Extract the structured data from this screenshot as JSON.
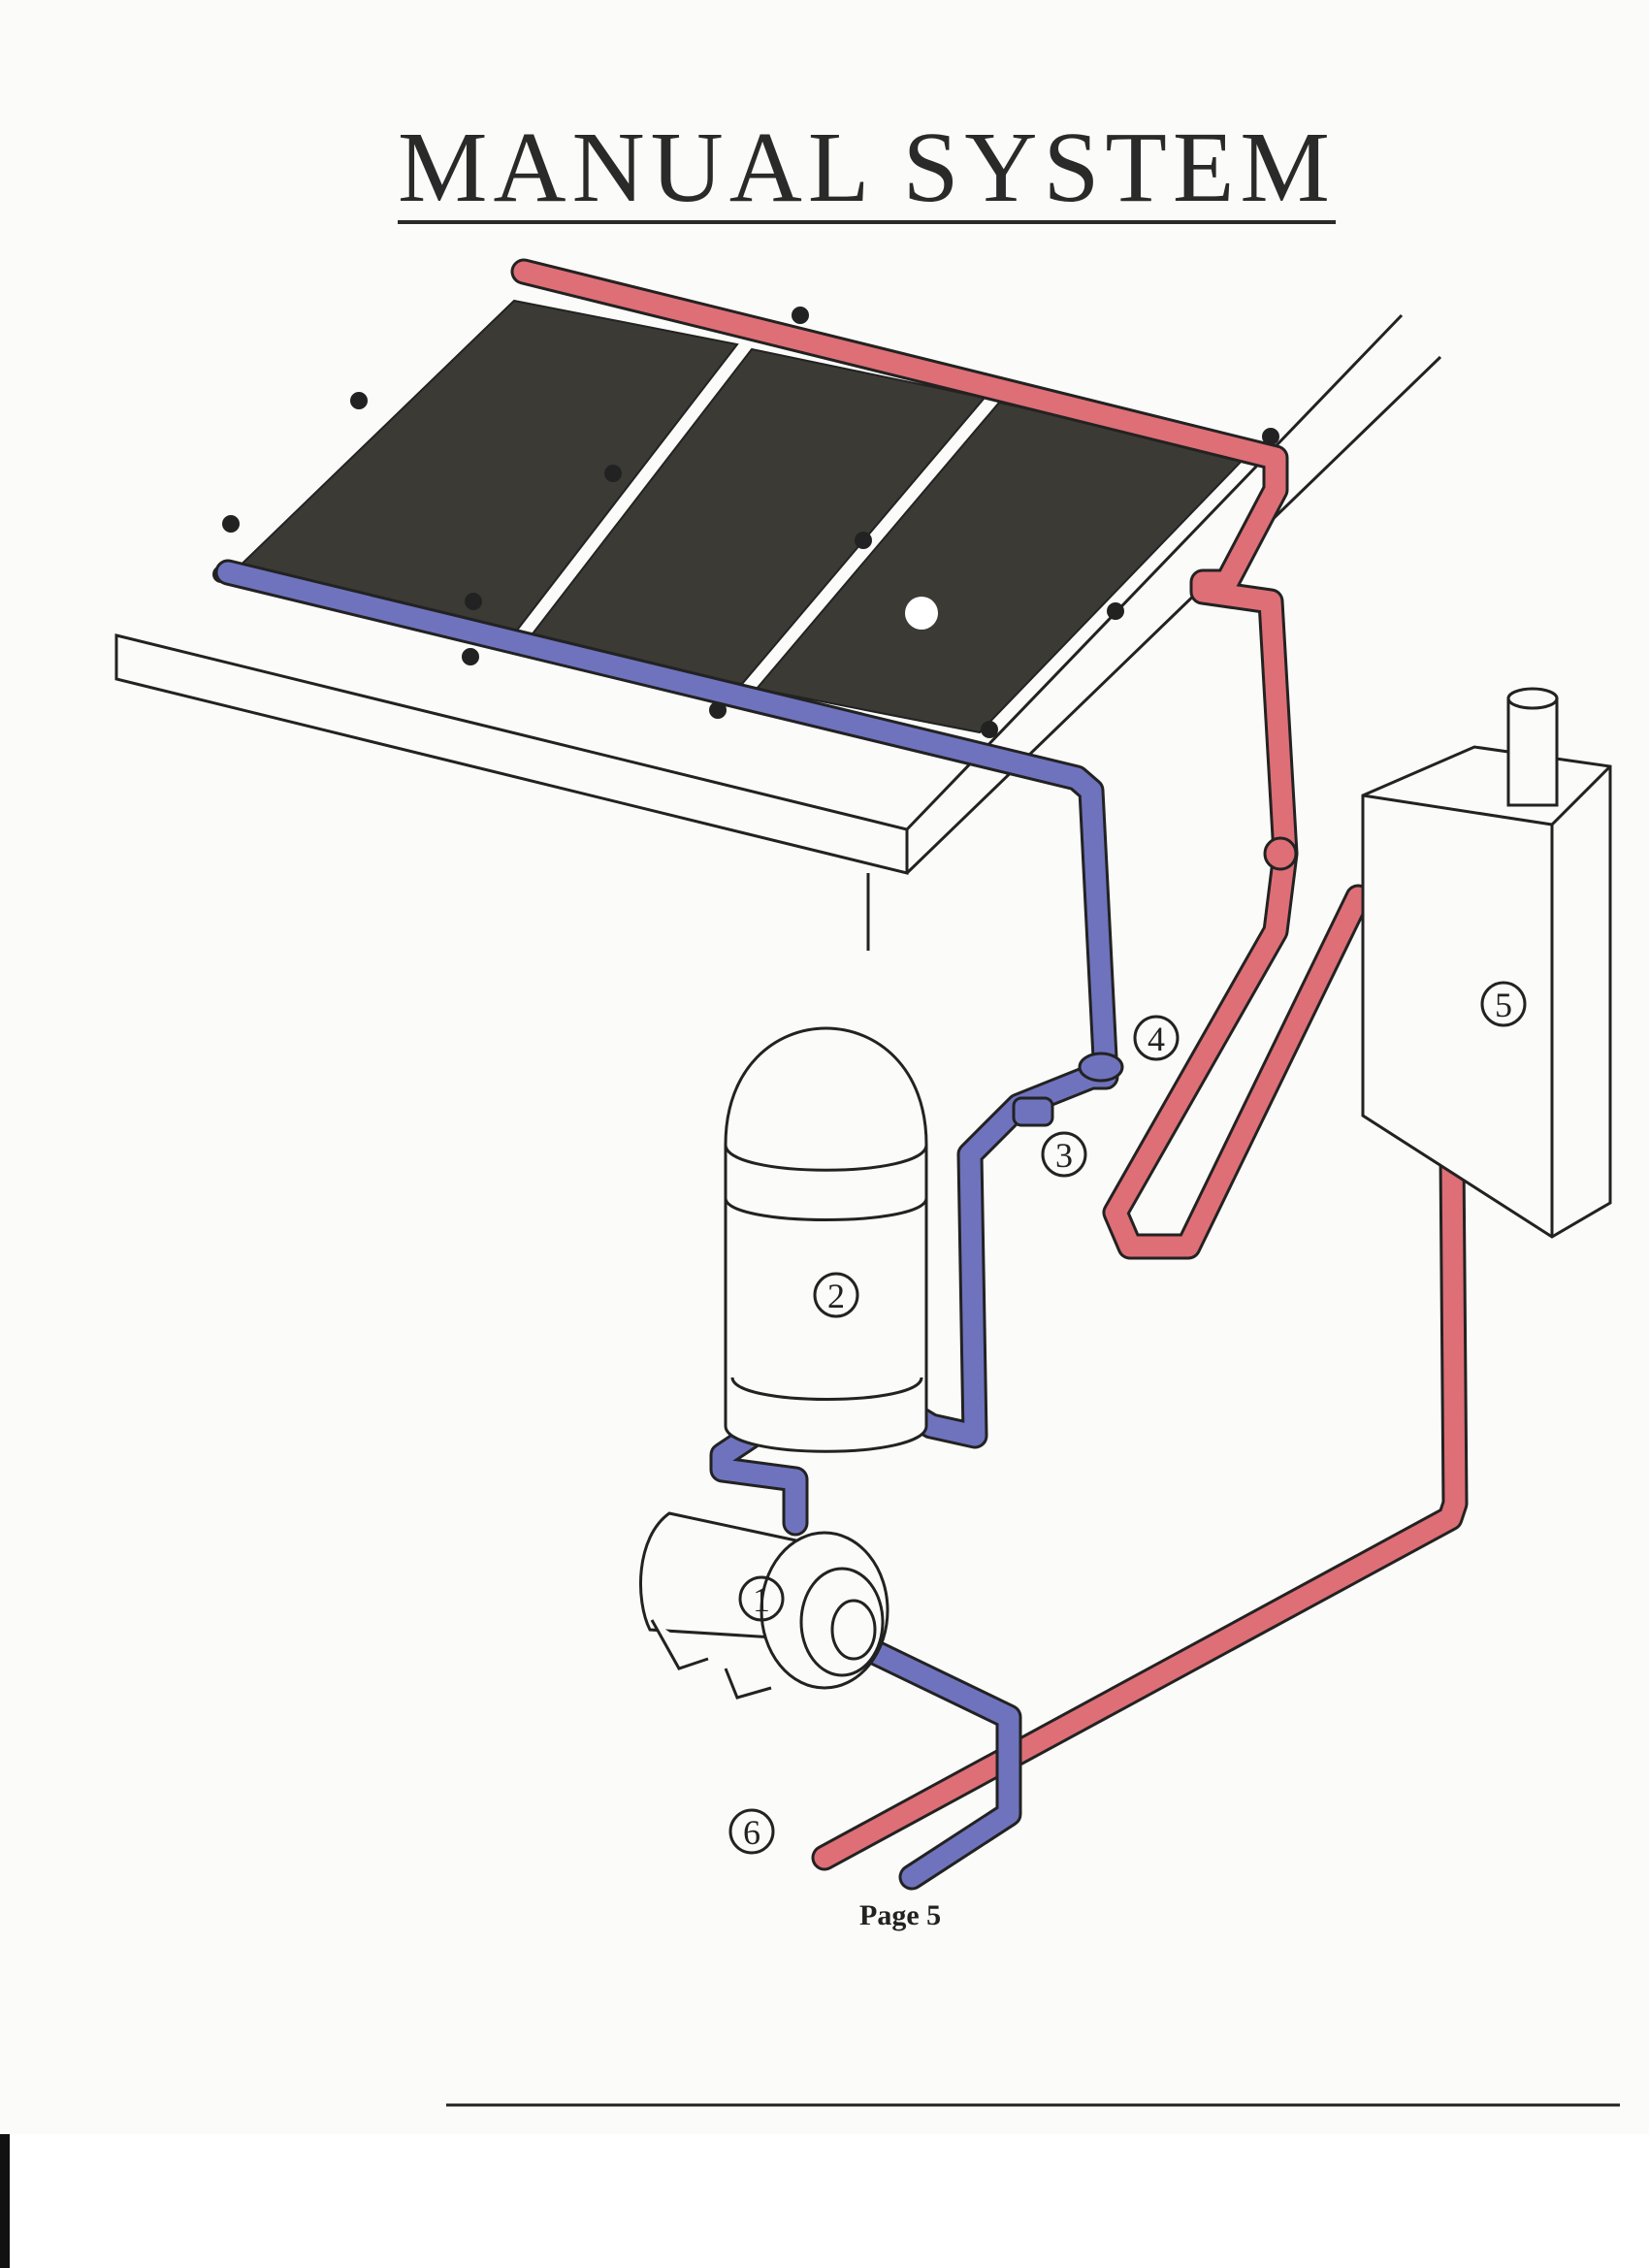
{
  "title": "MANUAL SYSTEM",
  "page_number": "Page 5",
  "callouts": [
    "1",
    "2",
    "3",
    "4",
    "5",
    "6"
  ],
  "colors": {
    "hot_pipe": "#de6f76",
    "cold_pipe": "#6f73bd",
    "collector_panel": "#3b3a35",
    "line": "#222222"
  }
}
